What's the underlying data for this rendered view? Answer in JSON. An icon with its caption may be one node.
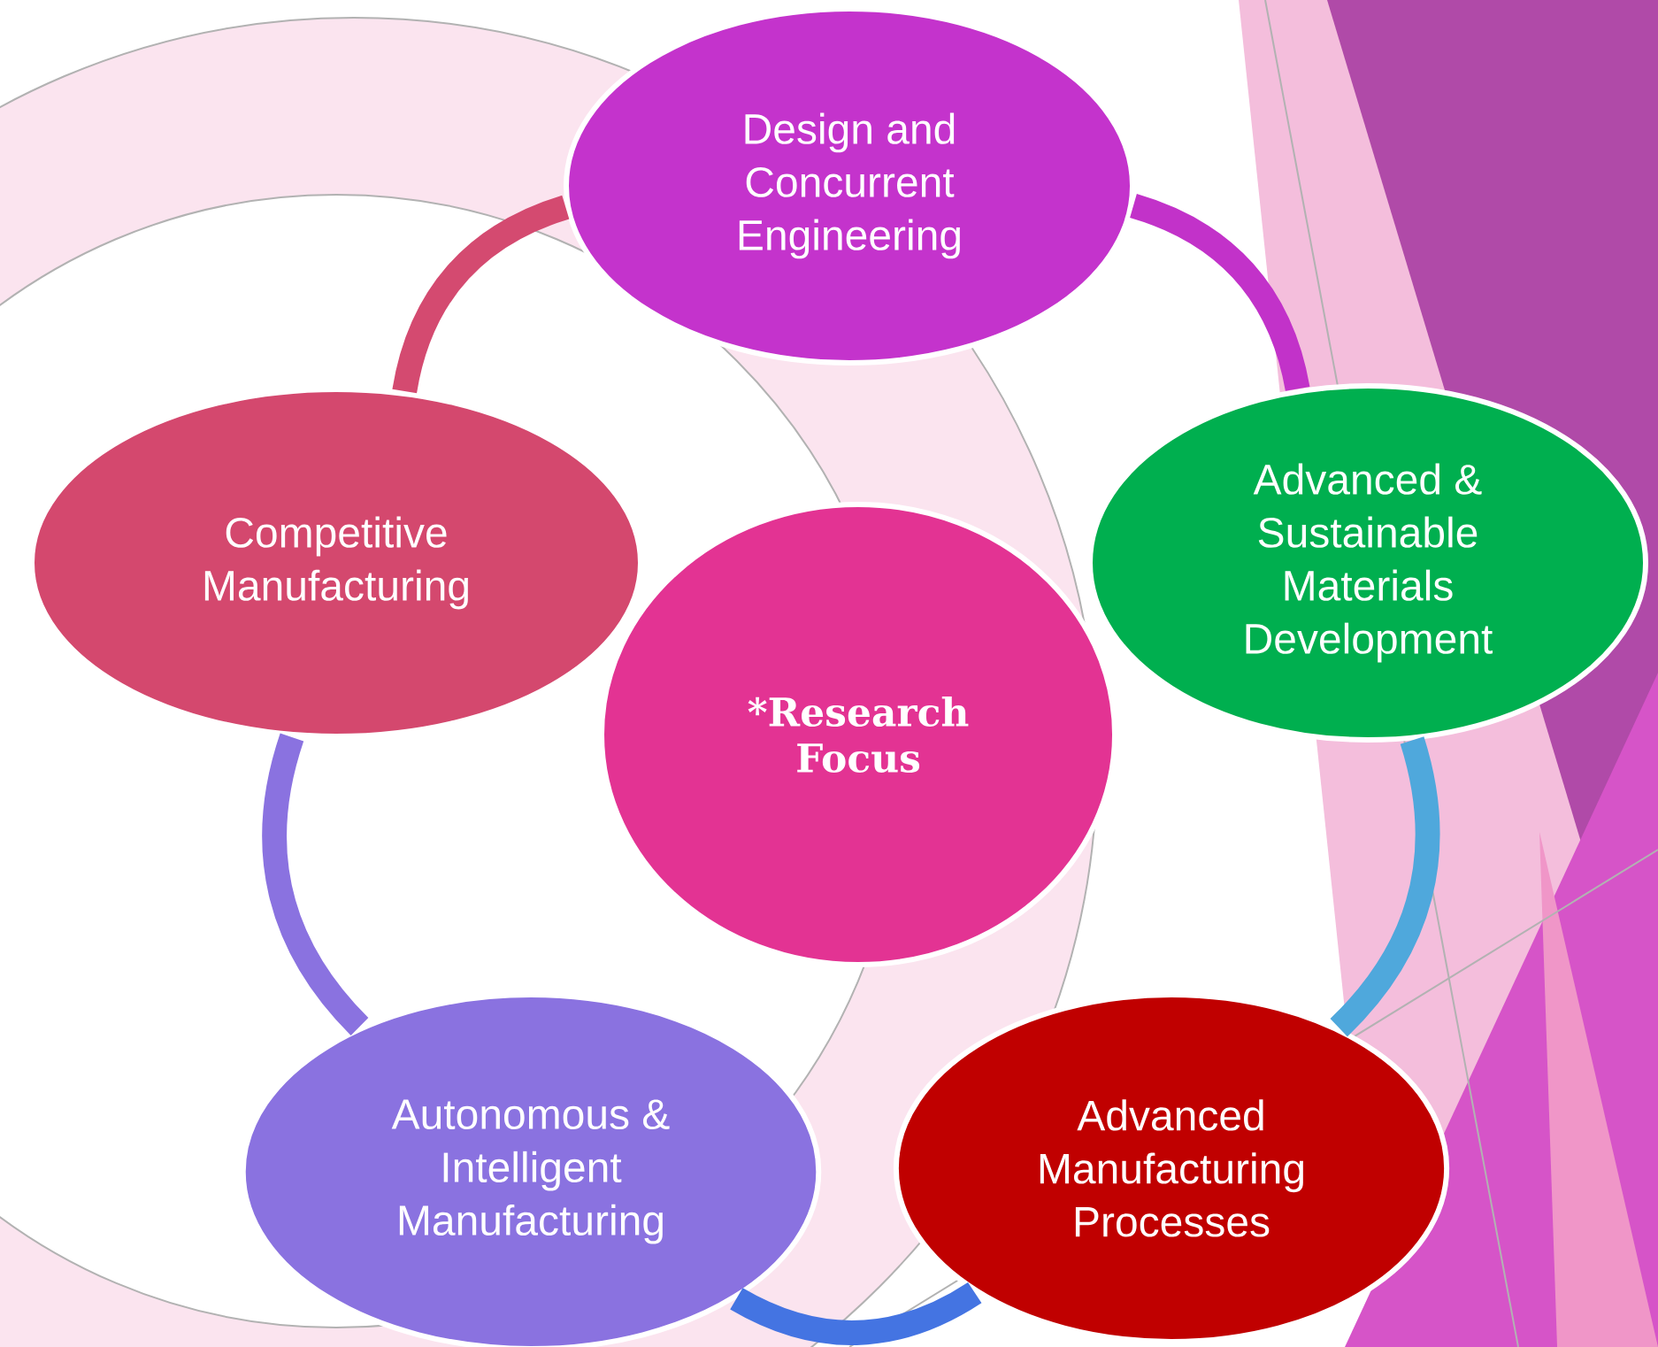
{
  "diagram": {
    "nodes": [
      {
        "text": [
          "Design and Concurrent Engineering"
        ]
      },
      {
        "text": [
          "Competitive Manufacturing"
        ]
      },
      {
        "text": [
          "Advanced & Sustainable Materials Development"
        ]
      },
      {
        "text": [
          "*Research Focus"
        ]
      },
      {
        "text": [
          "Autonomous & Intelligent Manufacturing"
        ]
      },
      {
        "text": [
          "Advanced Manufacturing Processes"
        ]
      }
    ],
    "edges": [
      {
        "from": 0,
        "to": 2,
        "arrow": "none",
        "color": "#c232c9"
      },
      {
        "from": 2,
        "to": 5,
        "arrow": "none",
        "color": "#4fa8dc"
      },
      {
        "from": 5,
        "to": 4,
        "arrow": "none",
        "color": "#4474e2"
      },
      {
        "from": 4,
        "to": 1,
        "arrow": "none",
        "color": "#8a72e0"
      },
      {
        "from": 1,
        "to": 0,
        "arrow": "none",
        "color": "#d44a70"
      }
    ]
  }
}
